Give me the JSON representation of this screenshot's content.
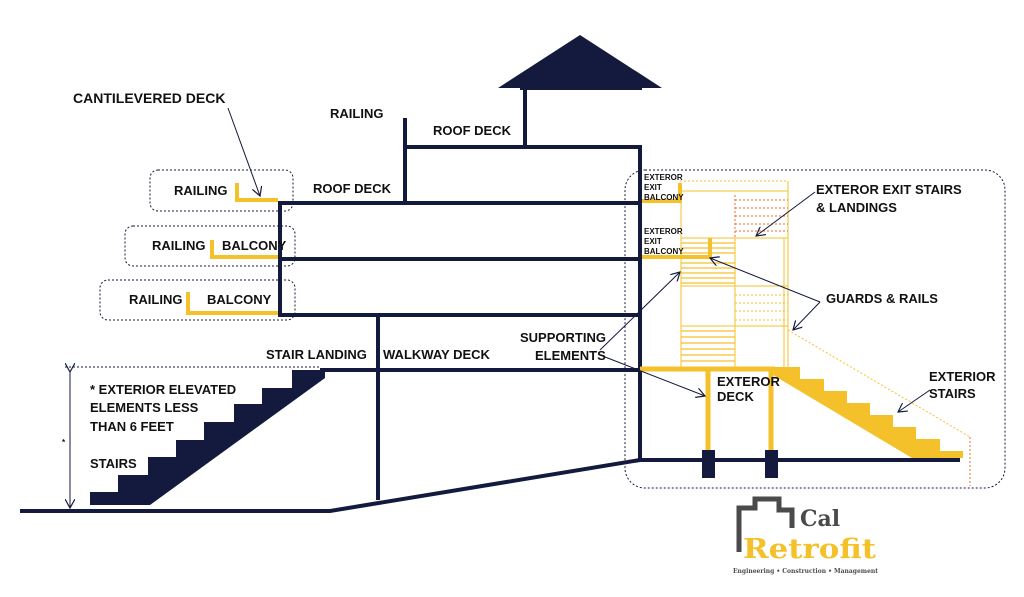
{
  "colors": {
    "navy": "#131a3d",
    "yellow": "#f4c12a",
    "orange": "#f26a2a",
    "gray": "#4a4a4a"
  },
  "labels": {
    "cantilevered_deck": "CANTILEVERED DECK",
    "railing_top": "RAILING",
    "roof_deck_top": "ROOF DECK",
    "railing_1": "RAILING",
    "roof_deck": "ROOF DECK",
    "railing_2": "RAILING",
    "balcony_2": "BALCONY",
    "railing_3": "RAILING",
    "balcony_3": "BALCONY",
    "stair_landing": "STAIR LANDING",
    "walkway_deck": "WALKWAY DECK",
    "supporting_1": "SUPPORTING",
    "supporting_2": "ELEMENTS",
    "note_1": "* EXTERIOR ELEVATED",
    "note_2": "ELEMENTS LESS",
    "note_3": "THAN 6 FEET",
    "stairs": "STAIRS",
    "asterisk": "*",
    "exit_balcony_1": [
      "EXTEROR",
      "EXIT",
      "BALCONY"
    ],
    "exit_balcony_2": [
      "EXTEROR",
      "EXIT",
      "BALCONY"
    ],
    "exit_stairs_1": "EXTEROR EXIT STAIRS",
    "exit_stairs_2": "& LANDINGS",
    "guards_rails": "GUARDS & RAILS",
    "ext_deck_1": "EXTEROR",
    "ext_deck_2": "DECK",
    "ext_stairs_1": "EXTERIOR",
    "ext_stairs_2": "STAIRS"
  },
  "logo": {
    "word1": "Cal",
    "word2": "Retrofit",
    "tagline": "Engineering • Construction • Management"
  }
}
